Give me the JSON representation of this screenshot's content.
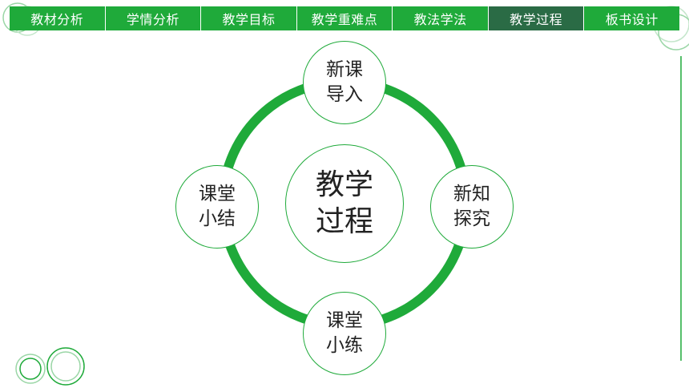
{
  "nav": {
    "items": [
      {
        "label": "教材分析"
      },
      {
        "label": "学情分析"
      },
      {
        "label": "教学目标"
      },
      {
        "label": "教学重难点"
      },
      {
        "label": "教法学法"
      },
      {
        "label": "教学过程"
      },
      {
        "label": "板书设计"
      }
    ],
    "active_index": 5
  },
  "diagram": {
    "center": {
      "line1": "教学",
      "line2": "过程"
    },
    "nodes": {
      "top": {
        "line1": "新课",
        "line2": "导入"
      },
      "right": {
        "line1": "新知",
        "line2": "探究"
      },
      "bottom": {
        "line1": "课堂",
        "line2": "小练"
      },
      "left": {
        "line1": "课堂",
        "line2": "小结"
      }
    }
  },
  "colors": {
    "accent": "#1faa3a",
    "nav_active": "#2a6b45",
    "text": "#222222"
  }
}
